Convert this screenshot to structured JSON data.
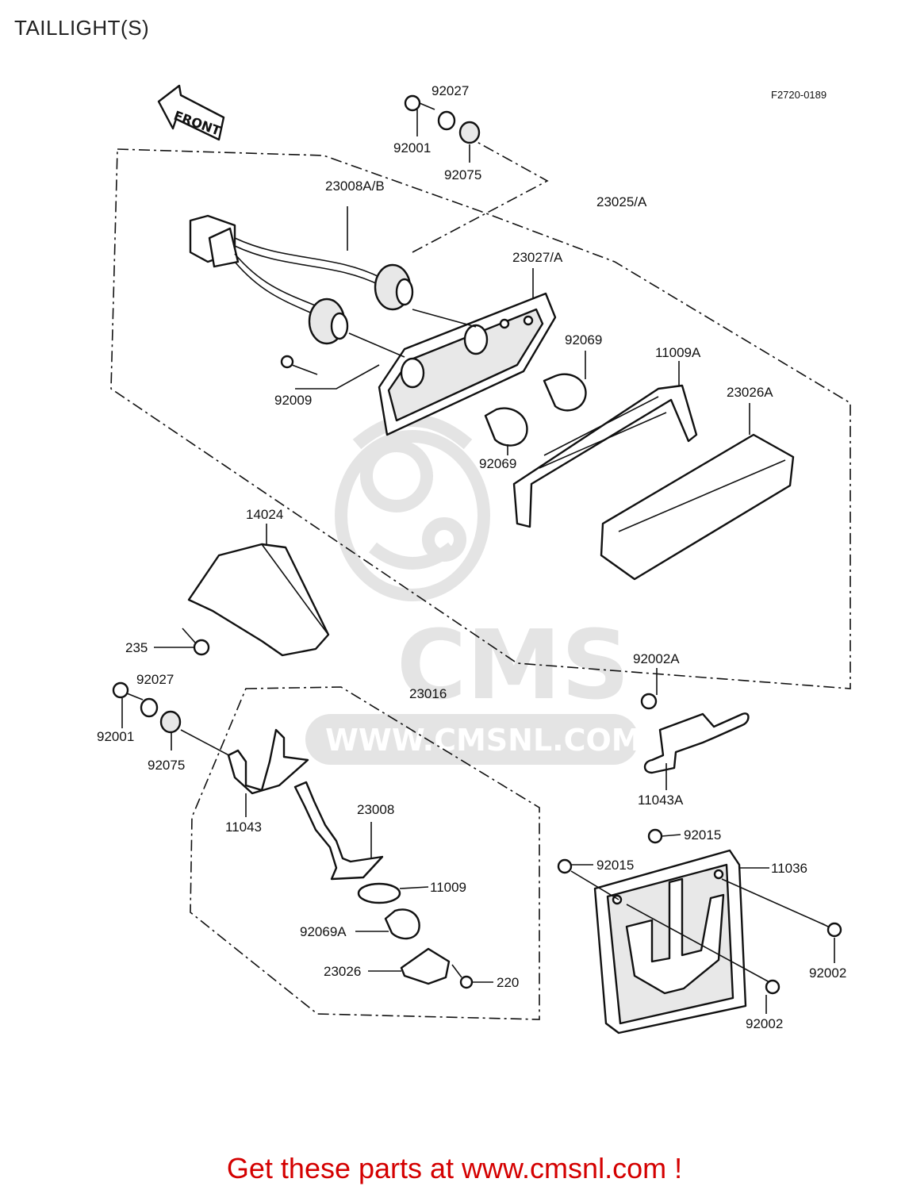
{
  "title": "TAILLIGHT(S)",
  "figure_code": "F2720-0189",
  "front_label": "FRONT",
  "watermark": {
    "brand": "CMS",
    "url": "WWW.CMSNL.COM",
    "color": "#e4e4e4"
  },
  "footer": {
    "text": "Get these parts at www.cmsnl.com !",
    "color": "#d40000"
  },
  "parts": [
    "92027",
    "92001",
    "92075",
    "23008A/B",
    "23025/A",
    "23027/A",
    "92069",
    "11009A",
    "23026A",
    "92009",
    "92069",
    "14024",
    "235",
    "92002A",
    "92027",
    "23016",
    "92001",
    "92075",
    "11043A",
    "11043",
    "23008",
    "92015",
    "11036",
    "92015",
    "11009",
    "92069A",
    "92002",
    "23026",
    "220",
    "92002"
  ]
}
